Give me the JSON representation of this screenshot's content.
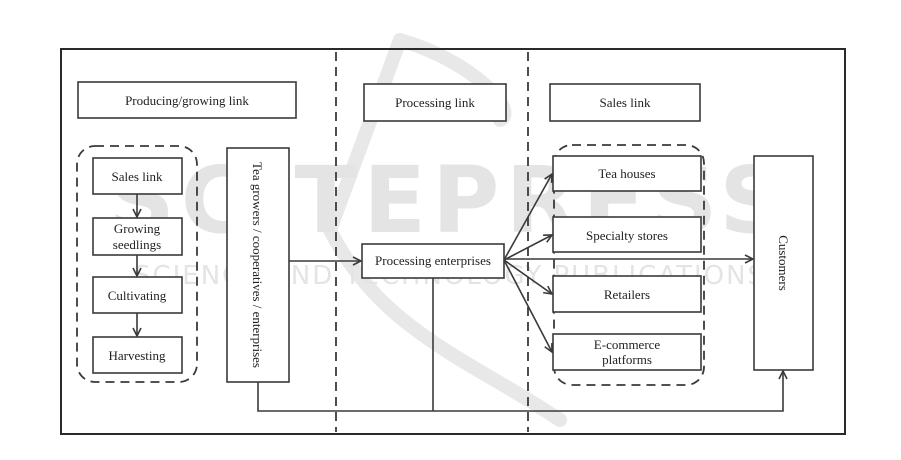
{
  "watermark": {
    "brand": "SCITEPRESS",
    "tagline": "SCIENCE AND TECHNOLOGY PUBLICATIONS"
  },
  "headers": {
    "producing": "Producing/growing link",
    "processing": "Processing link",
    "sales": "Sales link"
  },
  "producing_steps": [
    {
      "line1": "Sales link",
      "line2": ""
    },
    {
      "line1": "Growing",
      "line2": "seedlings"
    },
    {
      "line1": "Cultivating",
      "line2": ""
    },
    {
      "line1": "Harvesting",
      "line2": ""
    }
  ],
  "growers": "Tea growers / cooperatives / enterprises",
  "processor": "Processing enterprises",
  "sales_channels": [
    {
      "line1": "Tea houses",
      "line2": ""
    },
    {
      "line1": "Specialty stores",
      "line2": ""
    },
    {
      "line1": "Retailers",
      "line2": ""
    },
    {
      "line1": "E-commerce",
      "line2": "platforms"
    }
  ],
  "customers": "Customers",
  "colors": {
    "stroke": "#3a3a3a",
    "text": "#222222",
    "watermark": "#e4e4e4"
  }
}
